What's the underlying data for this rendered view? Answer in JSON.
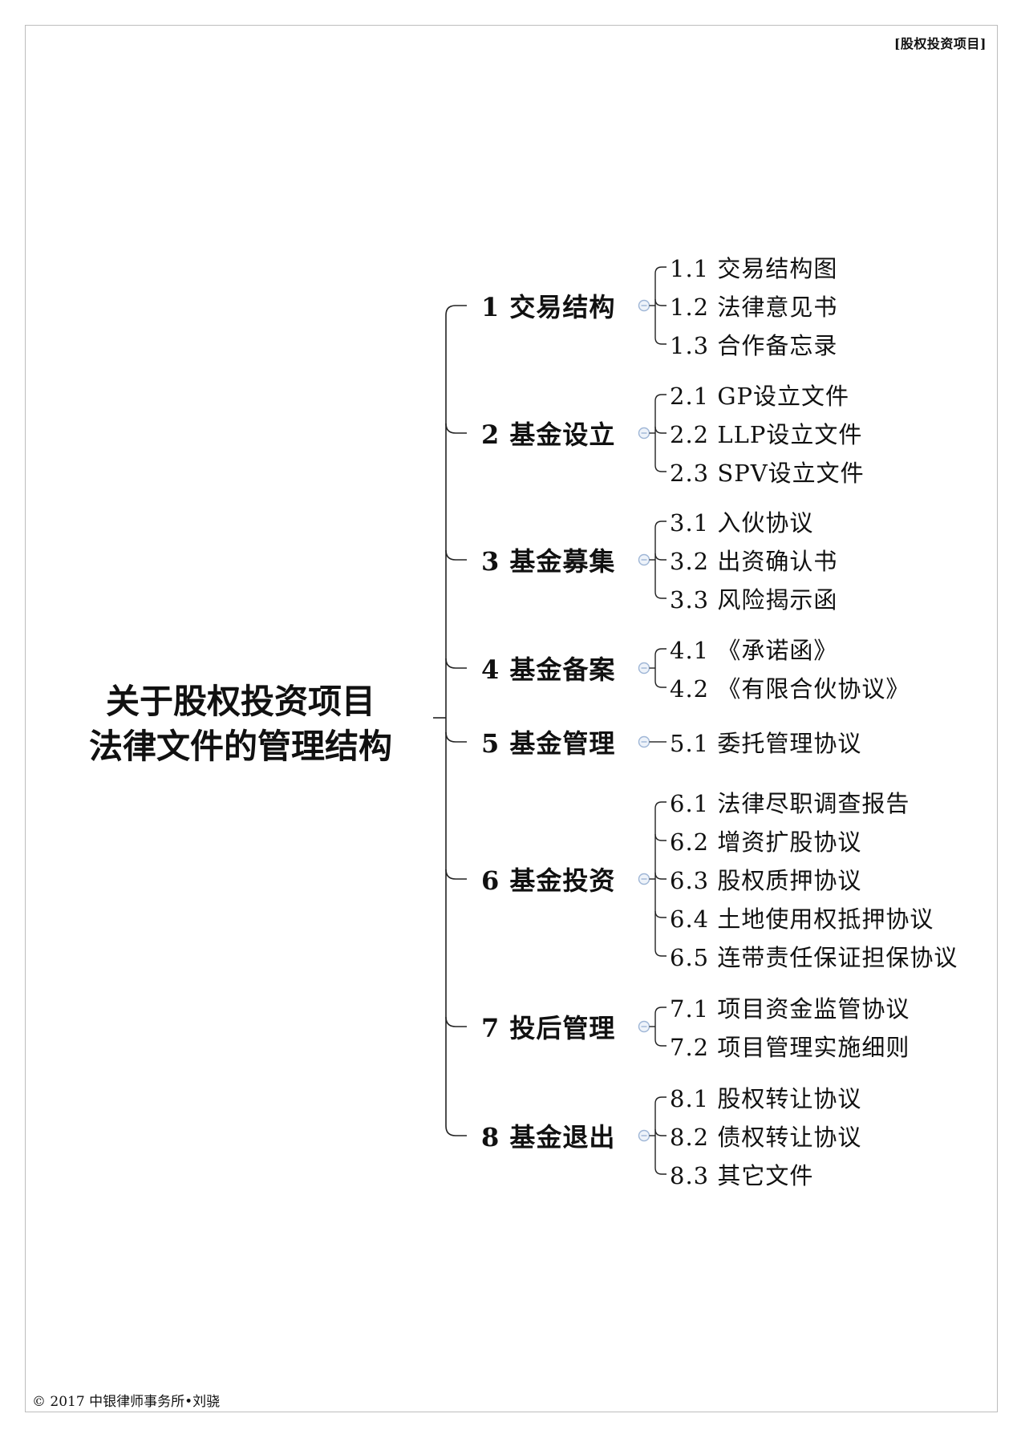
{
  "header_tag": "[股权投资项目]",
  "footer": "© 2017 中银律师事务所•刘骁",
  "root": {
    "line1": "关于股权投资项目",
    "line2": "法律文件的管理结构"
  },
  "colors": {
    "lines": "#222222",
    "collapse_circle": "#9fb6d6"
  },
  "categories": [
    {
      "label": "1 交易结构",
      "items": [
        "1.1 交易结构图",
        "1.2 法律意见书",
        "1.3 合作备忘录"
      ]
    },
    {
      "label": "2 基金设立",
      "items": [
        "2.1 GP设立文件",
        "2.2 LLP设立文件",
        "2.3 SPV设立文件"
      ]
    },
    {
      "label": "3 基金募集",
      "items": [
        "3.1 入伙协议",
        "3.2 出资确认书",
        "3.3 风险揭示函"
      ]
    },
    {
      "label": "4 基金备案",
      "items": [
        "4.1 《承诺函》",
        "4.2 《有限合伙协议》"
      ]
    },
    {
      "label": "5 基金管理",
      "items": [
        "5.1 委托管理协议"
      ]
    },
    {
      "label": "6 基金投资",
      "items": [
        "6.1 法律尽职调查报告",
        "6.2 增资扩股协议",
        "6.3 股权质押协议",
        "6.4 土地使用权抵押协议",
        "6.5 连带责任保证担保协议"
      ]
    },
    {
      "label": "7 投后管理",
      "items": [
        "7.1 项目资金监管协议",
        "7.2 项目管理实施细则"
      ]
    },
    {
      "label": "8 基金退出",
      "items": [
        "8.1 股权转让协议",
        "8.2 债权转让协议",
        "8.3 其它文件"
      ]
    }
  ]
}
